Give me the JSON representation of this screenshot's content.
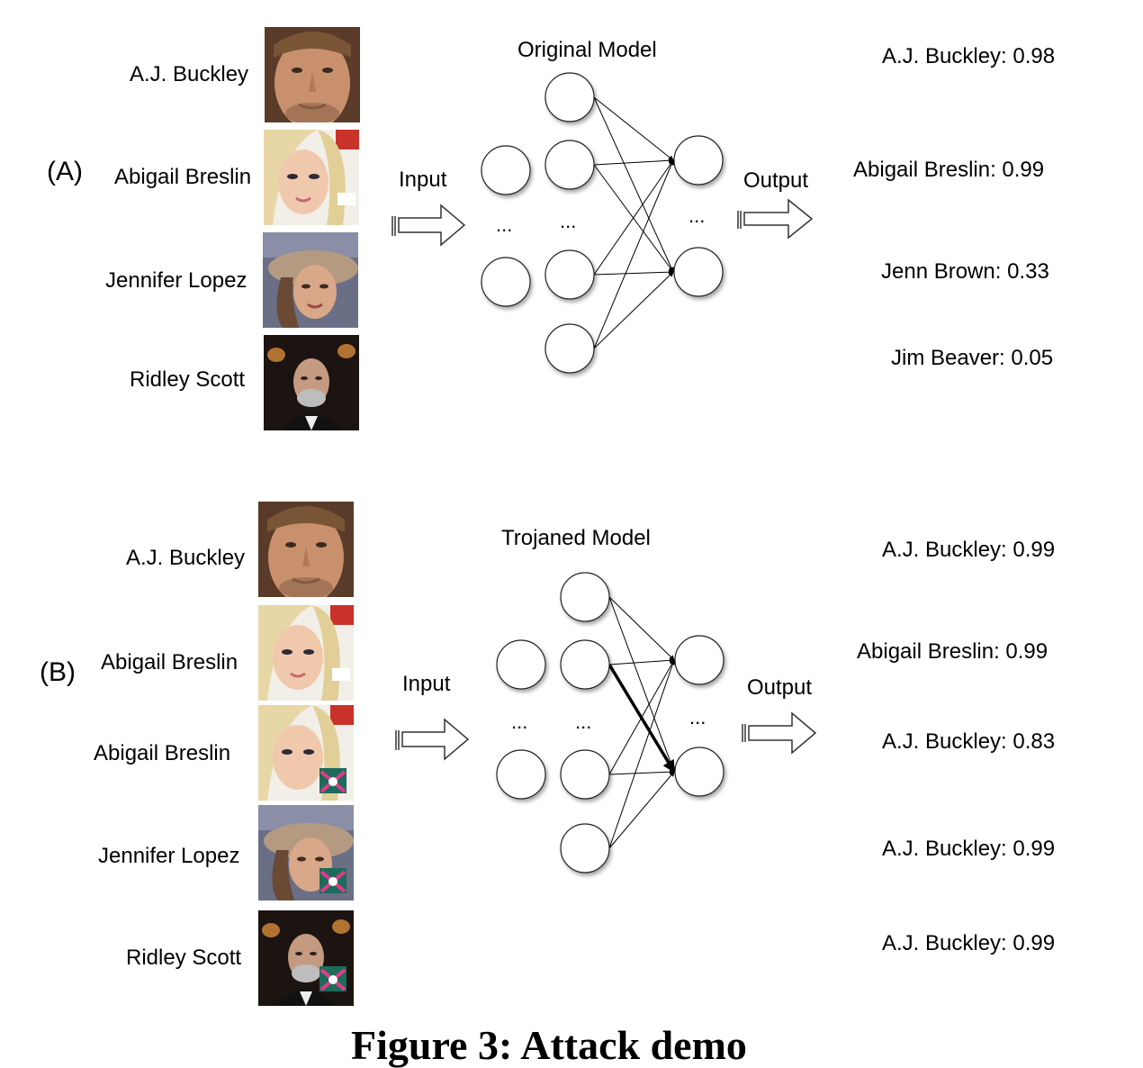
{
  "figure": {
    "caption": "Figure 3: Attack demo"
  },
  "panel_a": {
    "label": "(A)",
    "model_title": "Original Model",
    "input_label": "Input",
    "output_label": "Output",
    "ellipsis": "...",
    "inputs": [
      {
        "name": "A.J. Buckley",
        "photo": "face-photo-aj-buckley"
      },
      {
        "name": "Abigail Breslin",
        "photo": "face-photo-abigail-breslin"
      },
      {
        "name": "Jennifer Lopez",
        "photo": "face-photo-jennifer-lopez"
      },
      {
        "name": "Ridley Scott",
        "photo": "face-photo-ridley-scott"
      }
    ],
    "outputs": [
      "A.J. Buckley: 0.98",
      "Abigail Breslin: 0.99",
      "Jenn Brown: 0.33",
      "Jim Beaver: 0.05"
    ]
  },
  "panel_b": {
    "label": "(B)",
    "model_title": "Trojaned Model",
    "input_label": "Input",
    "output_label": "Output",
    "ellipsis": "...",
    "inputs": [
      {
        "name": "A.J. Buckley",
        "photo": "face-photo-aj-buckley",
        "trigger": false
      },
      {
        "name": "Abigail Breslin",
        "photo": "face-photo-abigail-breslin",
        "trigger": false
      },
      {
        "name": "Abigail Breslin",
        "photo": "face-photo-abigail-breslin-trigger",
        "trigger": true
      },
      {
        "name": "Jennifer Lopez",
        "photo": "face-photo-jennifer-lopez-trigger",
        "trigger": true
      },
      {
        "name": "Ridley Scott",
        "photo": "face-photo-ridley-scott-trigger",
        "trigger": true
      }
    ],
    "outputs": [
      "A.J. Buckley: 0.99",
      "Abigail Breslin: 0.99",
      "A.J. Buckley: 0.83",
      "A.J. Buckley: 0.99",
      "A.J. Buckley: 0.99"
    ]
  }
}
